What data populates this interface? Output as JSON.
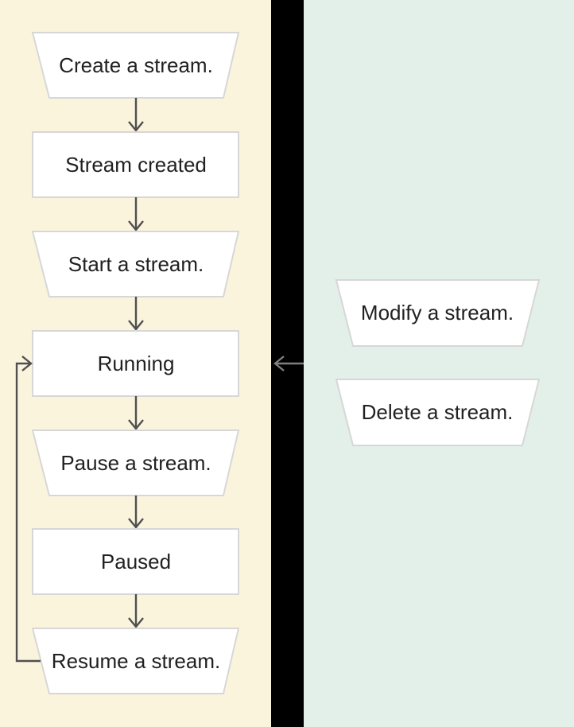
{
  "colors": {
    "page_background": "#000000",
    "lifecycle_panel_bg": "#fbf4dc",
    "actions_panel_bg": "#e2f0e9",
    "node_fill": "#ffffff",
    "node_border": "#d7d7d7",
    "arrow_color": "#4f4f51",
    "arrow_on_dark_color": "#7e7e7e",
    "label_color": "#212121"
  },
  "flowchart": {
    "nodes": [
      {
        "label": "Create a stream.",
        "shape": "trapezoid"
      },
      {
        "label": "Stream created",
        "shape": "rectangle"
      },
      {
        "label": "Start a stream.",
        "shape": "trapezoid"
      },
      {
        "label": "Running",
        "shape": "rectangle"
      },
      {
        "label": "Pause a stream.",
        "shape": "trapezoid"
      },
      {
        "label": "Paused",
        "shape": "rectangle"
      },
      {
        "label": "Resume a stream.",
        "shape": "trapezoid"
      }
    ]
  },
  "side_actions": {
    "nodes": [
      {
        "label": "Modify a stream.",
        "shape": "trapezoid"
      },
      {
        "label": "Delete a stream.",
        "shape": "trapezoid"
      }
    ]
  }
}
